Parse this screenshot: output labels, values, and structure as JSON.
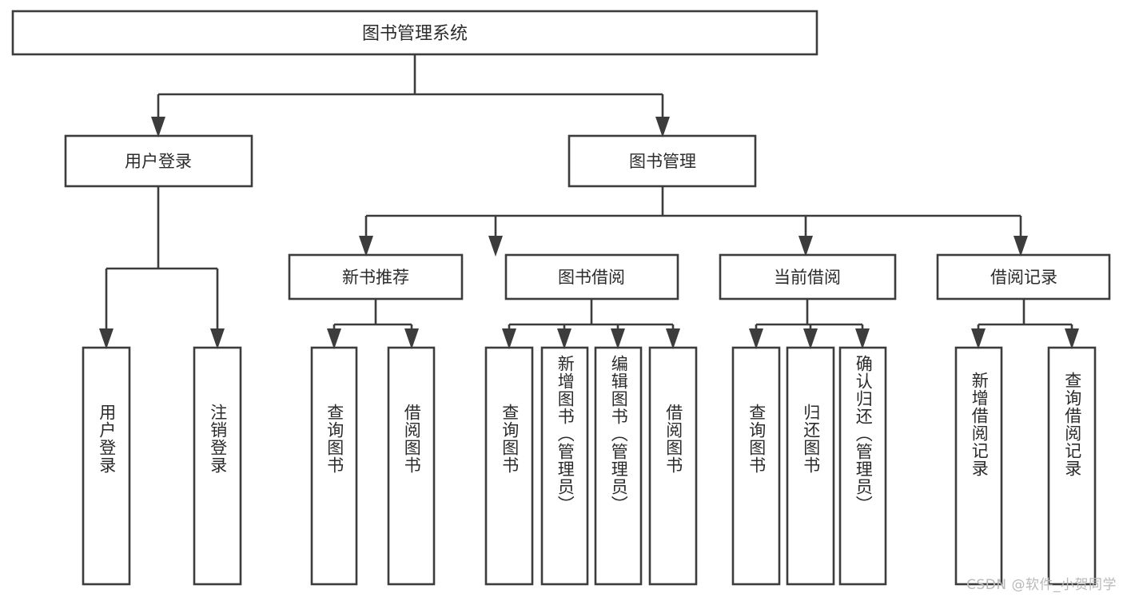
{
  "diagram": {
    "type": "tree-hierarchy-chart",
    "title": "图书管理系统",
    "orientation": "top-down",
    "colors": {
      "box_stroke": "#3c3c3c",
      "box_fill": "#ffffff",
      "text": "#2b2b2b",
      "background": "#ffffff",
      "watermark": "#b9b9b9"
    },
    "root": {
      "label": "图书管理系统"
    },
    "level2": [
      {
        "label": "用户登录"
      },
      {
        "label": "图书管理"
      }
    ],
    "level3": [
      {
        "label": "新书推荐"
      },
      {
        "label": "图书借阅"
      },
      {
        "label": "当前借阅"
      },
      {
        "label": "借阅记录"
      }
    ],
    "leaves": {
      "user_login": [
        {
          "label": "用户登录"
        },
        {
          "label": "注销登录"
        }
      ],
      "new_book_recommend": [
        {
          "label": "查询图书"
        },
        {
          "label": "借阅图书"
        }
      ],
      "book_borrow": [
        {
          "label": "查询图书"
        },
        {
          "label": "新增图书（管理员）"
        },
        {
          "label": "编辑图书（管理员）"
        },
        {
          "label": "借阅图书"
        }
      ],
      "current_borrow": [
        {
          "label": "查询图书"
        },
        {
          "label": "归还图书"
        },
        {
          "label": "确认归还（管理员）"
        }
      ],
      "borrow_records": [
        {
          "label": "新增借阅记录"
        },
        {
          "label": "查询借阅记录"
        }
      ]
    }
  },
  "watermark": {
    "text": "CSDN @软件_小贺同学"
  }
}
